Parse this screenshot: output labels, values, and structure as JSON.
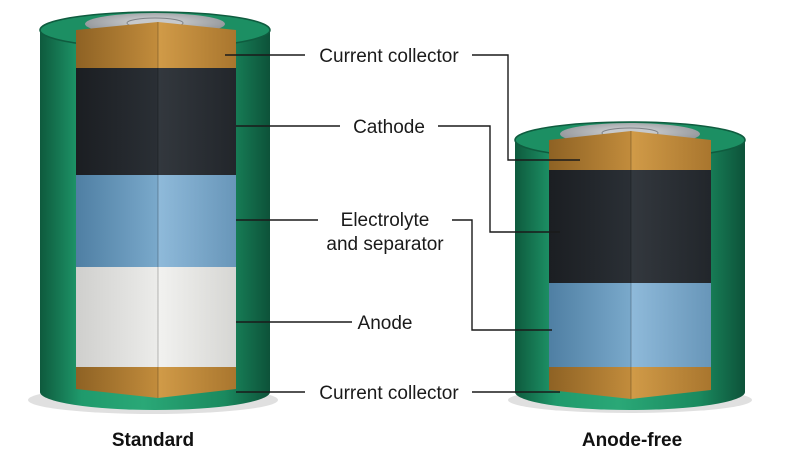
{
  "diagram": {
    "labels": {
      "current_collector_top": "Current collector",
      "cathode": "Cathode",
      "electrolyte_line1": "Electrolyte",
      "electrolyte_line2": "and separator",
      "anode": "Anode",
      "current_collector_bottom": "Current collector"
    },
    "captions": {
      "standard": "Standard",
      "anode_free": "Anode-free"
    },
    "layers": {
      "current_collector": "Current collector",
      "cathode": "Cathode",
      "electrolyte_separator": "Electrolyte and separator",
      "anode": "Anode"
    },
    "colors": {
      "casing": "#1f8a62",
      "casing_dark": "#0f5c3f",
      "current_collector": "#b78335",
      "cathode": "#25292e",
      "electrolyte": "#6f9fc2",
      "anode": "#e4e4e2",
      "terminal": "#a9abae",
      "leader": "#1a1a1a"
    }
  }
}
